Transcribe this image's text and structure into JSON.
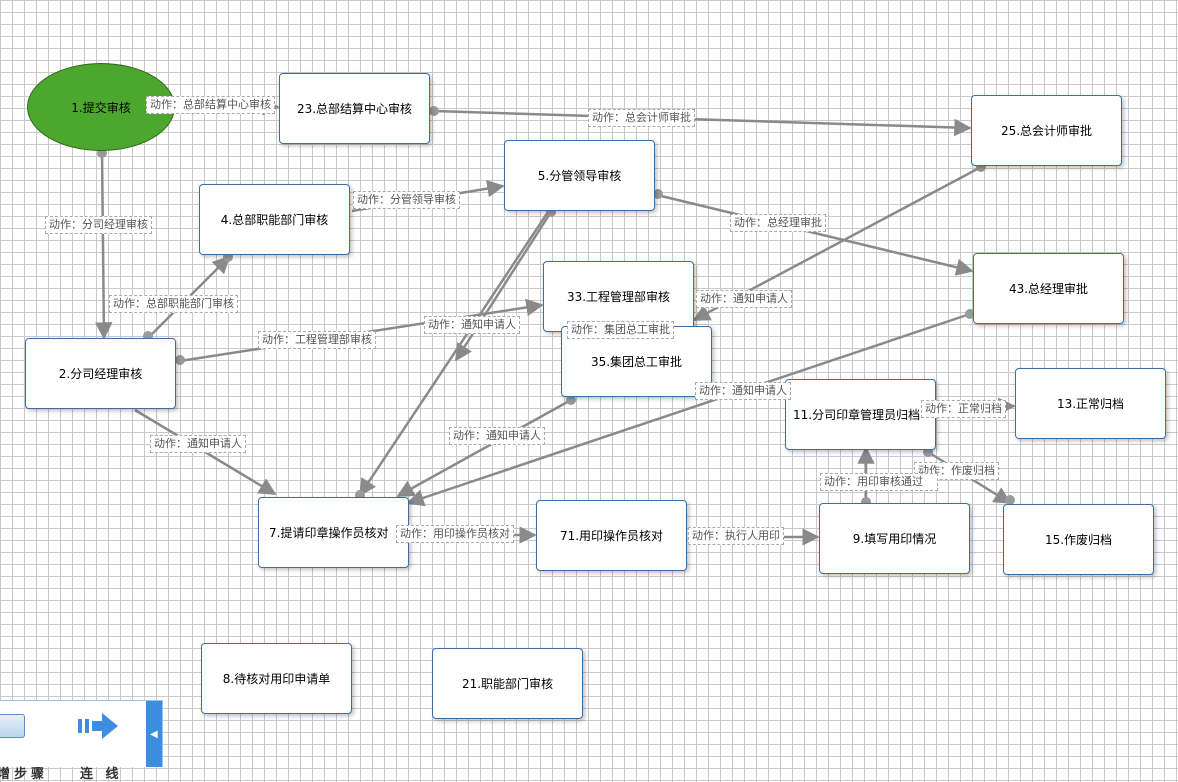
{
  "nodes": {
    "n1": "1.提交审核",
    "n23": "23.总部结算中心审核",
    "n25": "25.总会计师审批",
    "n5": "5.分管领导审核",
    "n4": "4.总部职能部门审核",
    "n43": "43.总经理审批",
    "n33": "33.工程管理部审核",
    "n35": "35.集团总工审批",
    "n2": "2.分司经理审核",
    "n11": "11.分司印章管理员归档",
    "n13": "13.正常归档",
    "n7": "7.提请印章操作员核对",
    "n71": "71.用印操作员核对",
    "n9": "9.填写用印情况",
    "n15": "15.作废归档",
    "n8": "8.待核对用印申请单",
    "n21": "21.职能部门审核"
  },
  "edge_labels": {
    "e1": "动作：总部结算中心审核",
    "e2": "动作：总会计师审批",
    "e3": "动作：分司经理审核",
    "e4": "动作：分管领导审核",
    "e5": "动作：总经理审批",
    "e6": "动作：总部职能部门审核",
    "e7": "动作：工程管理部审核",
    "e8": "动作：通知申请人",
    "e9": "动作：通知申请人",
    "e10": "动作：集团总工审批",
    "e11": "动作：通知申请人",
    "e12": "动作：正常归档",
    "e13": "动作：通知申请人",
    "e14": "动作：通知申请人",
    "e15": "动作：作废归档",
    "e16": "动作：用印审核通过",
    "e17": "动作：用印操作员核对",
    "e18": "动作：执行人用印"
  },
  "toolbar": {
    "step_label": "新增步骤",
    "connect_label": "连 线",
    "step_icon": "rectangle-icon",
    "connect_icon": "arrow-right-icon",
    "collapse_icon": "chevron-left-icon"
  },
  "colors": {
    "start_node": "#4da62e",
    "node_border": "#3a6fa5",
    "edge": "#8a8a8a",
    "toolbar_accent": "#3d8ee2"
  }
}
